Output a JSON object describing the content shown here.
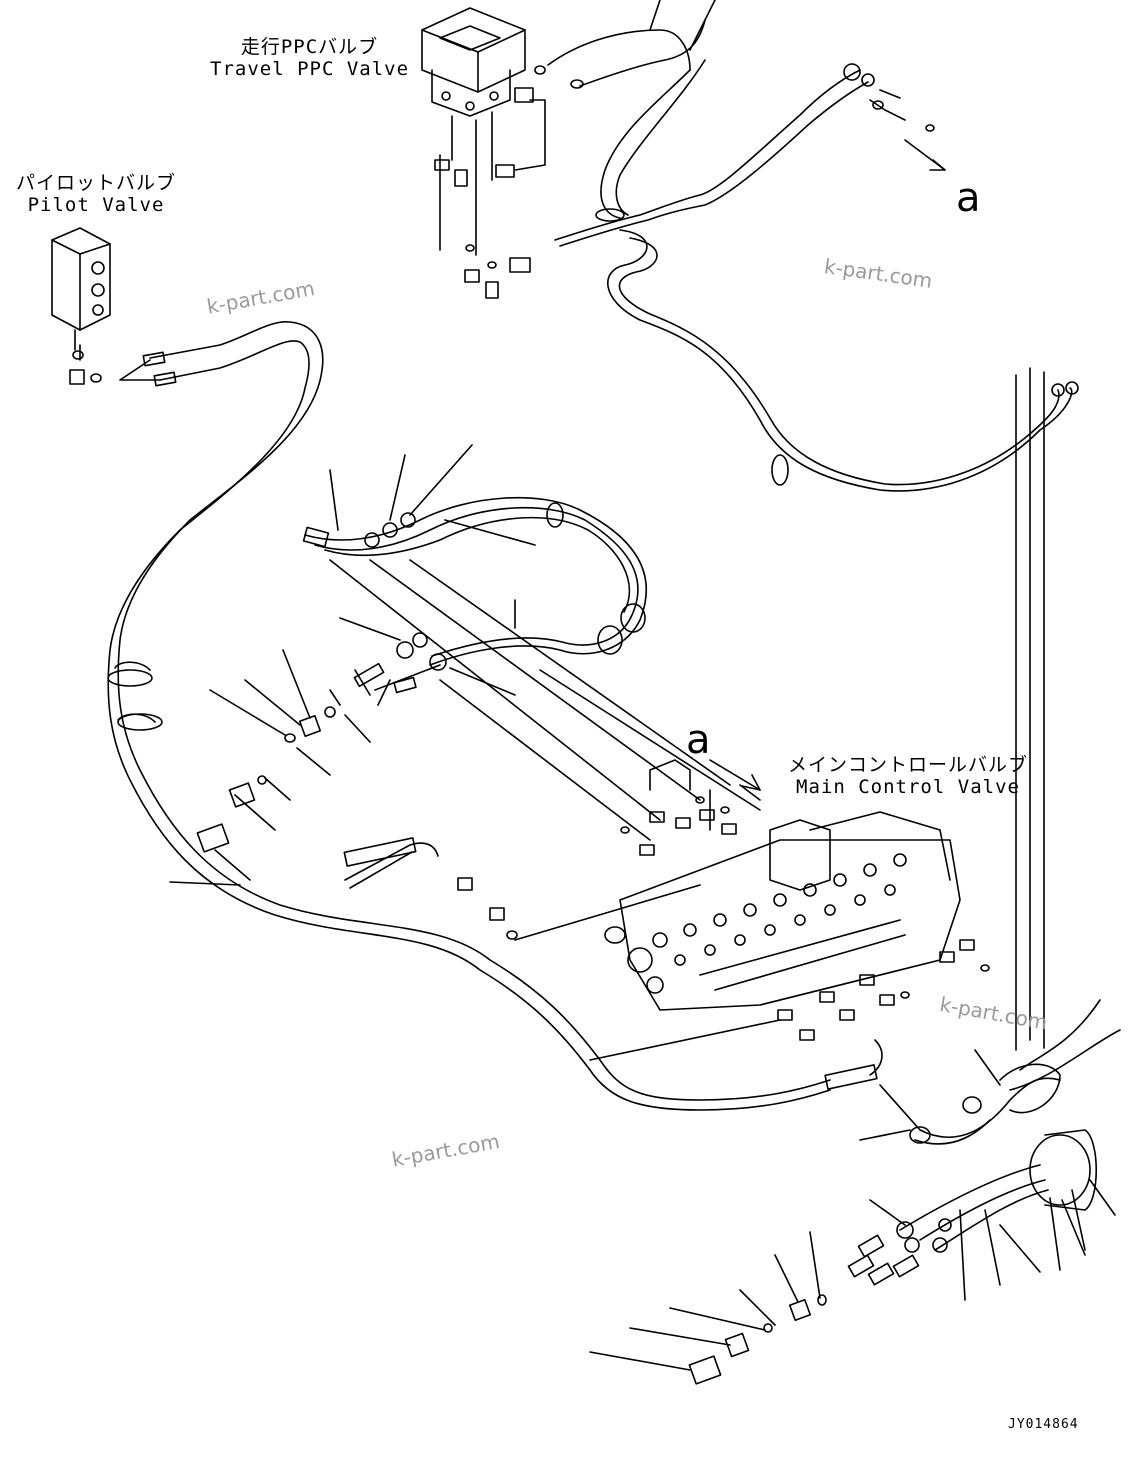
{
  "labels": {
    "travel_ppc_jp": "走行PPCバルブ",
    "travel_ppc_en": "Travel PPC Valve",
    "pilot_jp": "パイロットバルブ",
    "pilot_en": "Pilot Valve",
    "main_control_jp": "メインコントロールバルブ",
    "main_control_en": "Main Control Valve",
    "ref_a_top": "a",
    "ref_a_mid": "a"
  },
  "watermarks": [
    "k-part.com",
    "k-part.com",
    "k-part.com",
    "k-part.com"
  ],
  "drawing_code": "JY014864"
}
